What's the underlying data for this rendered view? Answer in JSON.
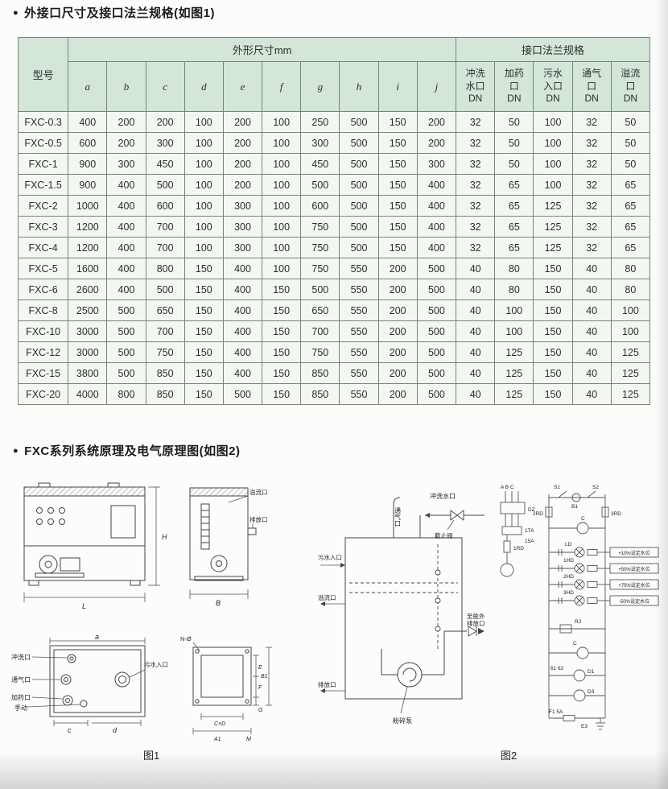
{
  "page": {
    "bullet": "●",
    "section1_title": "外接口尺寸及接口法兰规格(如图1)",
    "section2_title": "FXC系列系统原理及电气原理图(如图2)",
    "fig1_caption": "图1",
    "fig2_caption": "图2"
  },
  "table": {
    "header": {
      "model": "型号",
      "dims_group": "外形尺寸mm",
      "flange_group": "接口法兰规格",
      "dim_cols": [
        "a",
        "b",
        "c",
        "d",
        "e",
        "f",
        "g",
        "h",
        "i",
        "j"
      ],
      "flange_cols": [
        "冲洗\n水口\nDN",
        "加药\n口\nDN",
        "污水\n入口\nDN",
        "通气\n口\nDN",
        "溢流\n口\nDN"
      ]
    },
    "rows": [
      {
        "model": "FXC-0.3",
        "values": [
          400,
          200,
          200,
          100,
          200,
          100,
          250,
          500,
          150,
          200,
          32,
          50,
          100,
          32,
          50
        ]
      },
      {
        "model": "FXC-0.5",
        "values": [
          600,
          200,
          300,
          100,
          200,
          100,
          300,
          500,
          150,
          200,
          32,
          50,
          100,
          32,
          50
        ]
      },
      {
        "model": "FXC-1",
        "values": [
          900,
          300,
          450,
          100,
          200,
          100,
          450,
          500,
          150,
          300,
          32,
          50,
          100,
          32,
          50
        ]
      },
      {
        "model": "FXC-1.5",
        "values": [
          900,
          400,
          500,
          100,
          200,
          100,
          500,
          500,
          150,
          400,
          32,
          65,
          100,
          32,
          65
        ]
      },
      {
        "model": "FXC-2",
        "values": [
          1000,
          400,
          600,
          100,
          300,
          100,
          600,
          500,
          150,
          400,
          32,
          65,
          125,
          32,
          65
        ]
      },
      {
        "model": "FXC-3",
        "values": [
          1200,
          400,
          700,
          100,
          300,
          100,
          750,
          500,
          150,
          400,
          32,
          65,
          125,
          32,
          65
        ]
      },
      {
        "model": "FXC-4",
        "values": [
          1200,
          400,
          700,
          100,
          300,
          100,
          750,
          500,
          150,
          400,
          32,
          65,
          125,
          32,
          65
        ]
      },
      {
        "model": "FXC-5",
        "values": [
          1600,
          400,
          800,
          150,
          400,
          100,
          750,
          550,
          200,
          500,
          40,
          80,
          150,
          40,
          80
        ]
      },
      {
        "model": "FXC-6",
        "values": [
          2600,
          400,
          500,
          150,
          400,
          150,
          500,
          550,
          200,
          500,
          40,
          80,
          150,
          40,
          80
        ]
      },
      {
        "model": "FXC-8",
        "values": [
          2500,
          500,
          650,
          150,
          400,
          150,
          650,
          550,
          200,
          500,
          40,
          100,
          150,
          40,
          100
        ]
      },
      {
        "model": "FXC-10",
        "values": [
          3000,
          500,
          700,
          150,
          400,
          150,
          700,
          550,
          200,
          500,
          40,
          100,
          150,
          40,
          100
        ]
      },
      {
        "model": "FXC-12",
        "values": [
          3000,
          500,
          750,
          150,
          400,
          150,
          750,
          550,
          200,
          500,
          40,
          125,
          150,
          40,
          125
        ]
      },
      {
        "model": "FXC-15",
        "values": [
          3800,
          500,
          850,
          150,
          400,
          150,
          850,
          550,
          200,
          500,
          40,
          125,
          150,
          40,
          125
        ]
      },
      {
        "model": "FXC-20",
        "values": [
          4000,
          800,
          850,
          150,
          500,
          150,
          850,
          550,
          200,
          500,
          40,
          125,
          150,
          40,
          125
        ]
      }
    ]
  },
  "fig1": {
    "dims": {
      "H": "H",
      "L": "L",
      "B": "B",
      "B1": "B1",
      "E": "E",
      "F": "F",
      "G": "G",
      "CD": "C×D",
      "A1": "A1",
      "M": "M",
      "N_dia": "N-Ø",
      "a": "a",
      "c": "c",
      "d": "d"
    },
    "labels": {
      "overflow": "溢流口",
      "discharge": "排放口",
      "flush": "冲洗口",
      "vent": "通气口",
      "dosing": "加药口",
      "manual": "手动",
      "inlet": "污水入口"
    }
  },
  "fig2": {
    "labels": {
      "vent": "通气口",
      "flush_water": "冲洗水口",
      "stop_valve": "截止阀",
      "inlet": "污水入口",
      "overflow": "溢流口",
      "drain": "排放口",
      "overboard_1": "至舷外",
      "overboard_2": "排放口",
      "pump": "粉碎泵"
    },
    "electrical": {
      "phases": "A B C",
      "dz": "DZ",
      "ta": "1TA",
      "a15": "15A",
      "rd1": "1RD",
      "rd2": "2RD",
      "rd3": "3RD",
      "s1": "S1",
      "s2": "S2",
      "b1": "B1",
      "c1": "C",
      "c2": "C",
      "ld": "LD",
      "hd1": "1HD",
      "hd2": "2HD",
      "hd3": "3HD",
      "rj": "RJ",
      "d1": "D1",
      "d3": "D3",
      "n6162": "61 62",
      "f1": "F1 5A",
      "e3": "E3",
      "setpoints": [
        "+10%设定水位",
        "+50%设定水位",
        "+75%设定水位",
        "-50%设定水位"
      ]
    }
  }
}
